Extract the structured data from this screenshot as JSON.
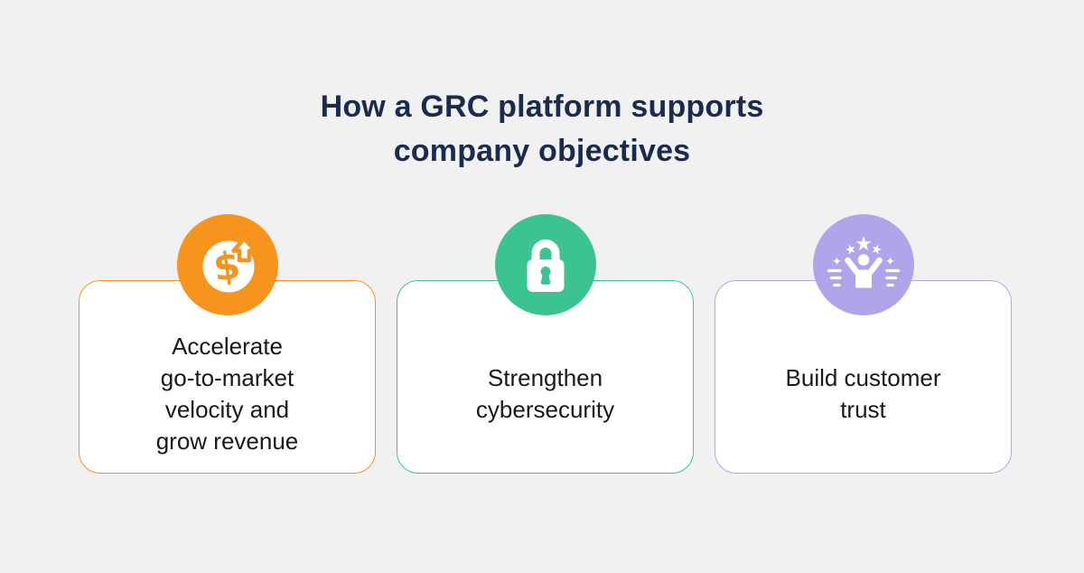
{
  "page": {
    "background_color": "#F1F1F2",
    "title_color": "#1B2B4E",
    "card_text_color": "#19191D",
    "card_background": "#FFFFFF"
  },
  "title": {
    "text": "How a GRC platform supports\ncompany objectives"
  },
  "cards": [
    {
      "icon": "coin-up-arrow-icon",
      "label": "Accelerate\ngo-to-market\nvelocity and\ngrow revenue",
      "accent": "#F7941E",
      "icon_glyph": "$"
    },
    {
      "icon": "padlock-icon",
      "label": "Strengthen\ncybersecurity",
      "accent": "#3BC48F"
    },
    {
      "icon": "celebration-person-icon",
      "label": "Build customer\ntrust",
      "accent": "#B2A4EA",
      "star_glyph": "★",
      "sparkle_glyph": "✦"
    }
  ]
}
